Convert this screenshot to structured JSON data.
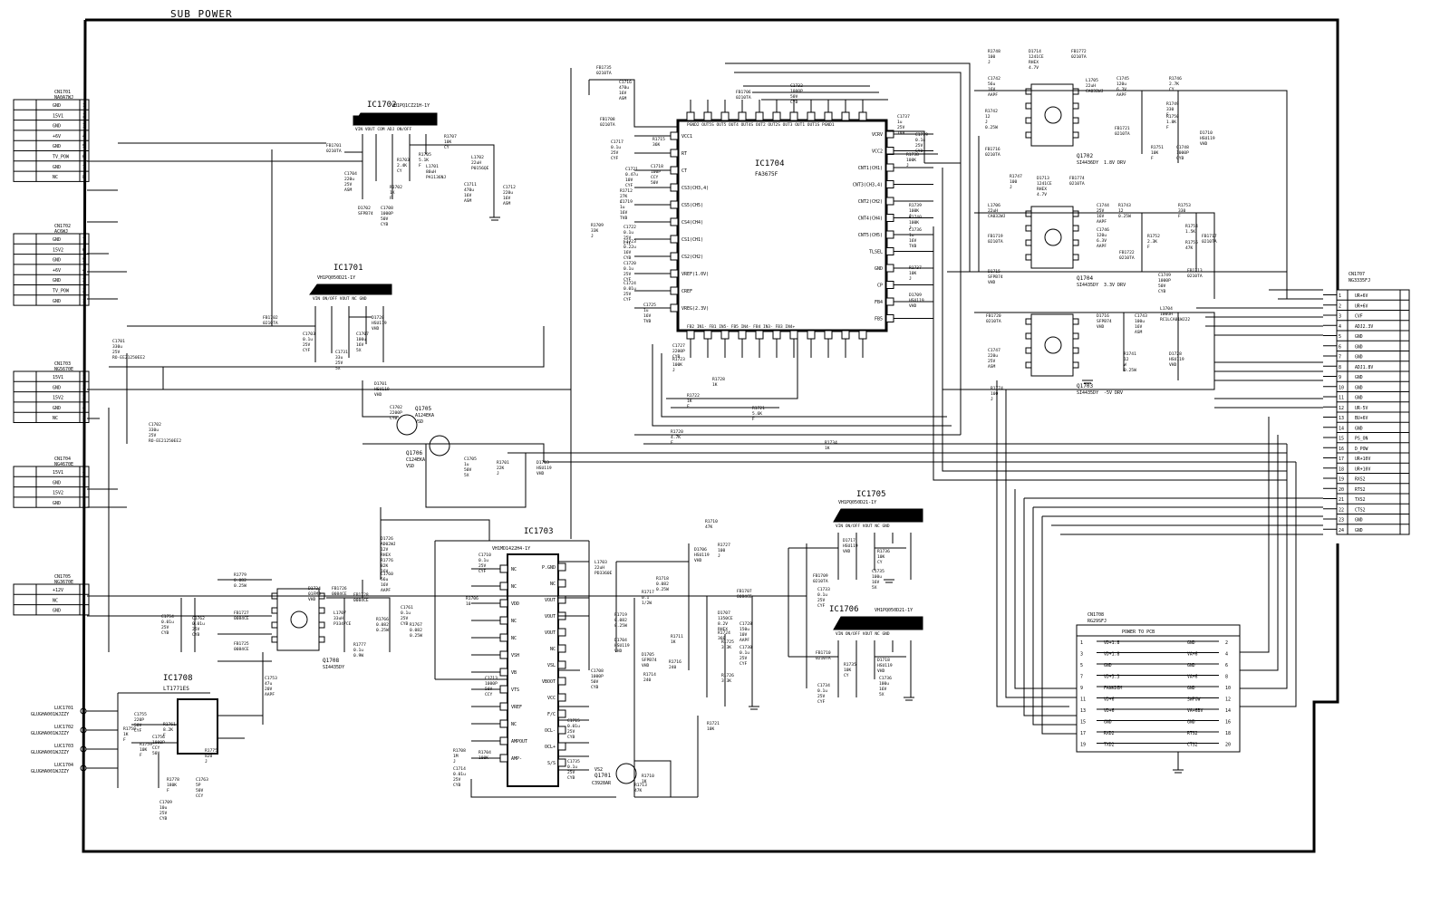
{
  "title": "SUB POWER",
  "connectors_left": [
    {
      "id": "CN1701",
      "part": "NA0A7WJ",
      "pins": [
        {
          "num": "1",
          "label": "GND"
        },
        {
          "num": "2",
          "label": "15V1"
        },
        {
          "num": "3",
          "label": "GND"
        },
        {
          "num": "4",
          "label": "+6V"
        },
        {
          "num": "5",
          "label": "GND"
        },
        {
          "num": "6",
          "label": "TV_POW"
        },
        {
          "num": "7",
          "label": "GND"
        },
        {
          "num": "8",
          "label": "NC"
        }
      ]
    },
    {
      "id": "CN1702",
      "part": "AC6WJ",
      "pins": [
        {
          "num": "7",
          "label": "GND"
        },
        {
          "num": "6",
          "label": "15V2"
        },
        {
          "num": "5",
          "label": "GND"
        },
        {
          "num": "4",
          "label": "+6V"
        },
        {
          "num": "3",
          "label": "GND"
        },
        {
          "num": "2",
          "label": "TV_POW"
        },
        {
          "num": "1",
          "label": "GND"
        }
      ]
    },
    {
      "id": "CN1703",
      "part": "NG5670E",
      "pins": [
        {
          "num": "1",
          "label": "15V1"
        },
        {
          "num": "2",
          "label": "GND"
        },
        {
          "num": "3",
          "label": "15V2"
        },
        {
          "num": "4",
          "label": "GND"
        },
        {
          "num": "5",
          "label": "NC"
        }
      ]
    },
    {
      "id": "CN1704",
      "part": "NG4670E",
      "pins": [
        {
          "num": "4",
          "label": "15V1"
        },
        {
          "num": "3",
          "label": "GND"
        },
        {
          "num": "2",
          "label": "15V2"
        },
        {
          "num": "1",
          "label": "GND"
        }
      ]
    },
    {
      "id": "CN1705",
      "part": "NG3670E",
      "pins": [
        {
          "num": "1",
          "label": "+12V"
        },
        {
          "num": "2",
          "label": "NC"
        },
        {
          "num": "3",
          "label": "GND"
        }
      ]
    }
  ],
  "connector_right": {
    "id": "CN1707",
    "part": "NG3335FJ",
    "pins": [
      {
        "num": "1",
        "label": "UR+6V"
      },
      {
        "num": "2",
        "label": "UR+6V"
      },
      {
        "num": "3",
        "label": "CVF"
      },
      {
        "num": "4",
        "label": "ADJ2.3V"
      },
      {
        "num": "5",
        "label": "GND"
      },
      {
        "num": "6",
        "label": "GND"
      },
      {
        "num": "7",
        "label": "GND"
      },
      {
        "num": "8",
        "label": "ADJ1.8V"
      },
      {
        "num": "9",
        "label": "GND"
      },
      {
        "num": "10",
        "label": "GND"
      },
      {
        "num": "11",
        "label": "GND"
      },
      {
        "num": "12",
        "label": "UR-5V"
      },
      {
        "num": "13",
        "label": "BU+6V"
      },
      {
        "num": "14",
        "label": "GND"
      },
      {
        "num": "15",
        "label": "PS_ON"
      },
      {
        "num": "16",
        "label": "D_POW"
      },
      {
        "num": "17",
        "label": "UR+10V"
      },
      {
        "num": "18",
        "label": "UR+10V"
      },
      {
        "num": "19",
        "label": "RXS2"
      },
      {
        "num": "20",
        "label": "RTS2"
      },
      {
        "num": "21",
        "label": "TXS2"
      },
      {
        "num": "22",
        "label": "CTS2"
      },
      {
        "num": "23",
        "label": "GND"
      },
      {
        "num": "24",
        "label": "GND"
      }
    ]
  },
  "connector_pcb": {
    "id": "CN1708",
    "part": "RG29SFJ",
    "title": "POWER TO PCB",
    "rows": [
      {
        "l": "1",
        "lab1": "VD+1.8",
        "lab2": "GND",
        "r": "2"
      },
      {
        "l": "3",
        "lab1": "VD+1.8",
        "lab2": "VA+6",
        "r": "4"
      },
      {
        "l": "5",
        "lab1": "GND",
        "lab2": "GND",
        "r": "6"
      },
      {
        "l": "7",
        "lab1": "VD+3.3",
        "lab2": "VA+6",
        "r": "8"
      },
      {
        "l": "9",
        "lab1": "FANKDEM",
        "lab2": "GND",
        "r": "10"
      },
      {
        "l": "11",
        "lab1": "VD+6",
        "lab2": "SWPOW",
        "r": "12"
      },
      {
        "l": "13",
        "lab1": "VD+6",
        "lab2": "VA+6BV",
        "r": "14"
      },
      {
        "l": "15",
        "lab1": "GND",
        "lab2": "GND",
        "r": "16"
      },
      {
        "l": "17",
        "lab1": "RXD2",
        "lab2": "RTS2",
        "r": "18"
      },
      {
        "l": "19",
        "lab1": "TXD2",
        "lab2": "CTS2",
        "r": "20"
      }
    ]
  },
  "ics": [
    {
      "id": "IC1702",
      "part": "VH1PQ1CZ21H-1Y",
      "pins": "VIN VOUT COM ADJ ON/OFF"
    },
    {
      "id": "IC1701",
      "part": "VH1PQ050D21-1Y",
      "pins": "VIN ON/OFF VOUT NC GND"
    },
    {
      "id": "IC1704",
      "part": "FA3675F"
    },
    {
      "id": "IC1703",
      "part": "VH1MD1422H4-1Y"
    },
    {
      "id": "IC1705",
      "part": "VH1PQ050D21-1Y",
      "pins": "VIN ON/OFF VOUT NC GND"
    },
    {
      "id": "IC1706",
      "part": "VH1PQ050D21-1Y",
      "pins": "VIN ON/OFF VOUT NC GND"
    },
    {
      "id": "IC1708",
      "part": "LT1771ES"
    }
  ],
  "ic1704_pins_left": [
    "VCC1",
    "RT",
    "CT",
    "CS3(CH3,4)",
    "CS5(CH5)",
    "CS4(CH4)",
    "CS1(CH1)",
    "CS2(CH2)",
    "VREF(1.0V)",
    "CREF",
    "VREG(2.3V)"
  ],
  "ic1704_pins_right": [
    "VCRV",
    "VCC2",
    "CNT1(CH1)",
    "CNT3(CH3,4)",
    "CNT2(CH2)",
    "CNT4(CH4)",
    "CNT5(CH5)",
    "TLSEL",
    "GND",
    "CP",
    "FB4",
    "FB5"
  ],
  "ic1704_pins_top": "PGND2 OUT5S OUT5 OUT4 OUT4S OUT2 OUT2S OUT3 OUT1 OUT1S PGND1",
  "ic1704_pins_bottom": "FB2 IN1- FB1 IN5- FB5 IN4- FB4 IN3- FB3 IN4+",
  "ic1703_pins_left": [
    "NC",
    "NC",
    "VDD",
    "NC",
    "NC",
    "VSH",
    "VB",
    "VTS",
    "VREF",
    "NC",
    "AMPOUT",
    "AMP-"
  ],
  "ic1703_pins_right": [
    "P.GND",
    "NC",
    "VOUT",
    "VOUT",
    "VOUT",
    "NC",
    "VSL",
    "VBOOT",
    "VCC",
    "F/C",
    "OCL-",
    "OCL+",
    "S/S"
  ],
  "transistors": [
    {
      "id": "Q1702",
      "part": "SI4436DY",
      "note": "1.8V DRV"
    },
    {
      "id": "Q1704",
      "part": "SI4435DY",
      "note": "3.3V DRV"
    },
    {
      "id": "Q1703",
      "part": "SI4435DY",
      "note": "-5V DRV"
    },
    {
      "id": "Q1708",
      "part": "SI4435DY",
      "note": ""
    },
    {
      "id": "Q1705",
      "part": "A124EKA",
      "note": "VSD"
    },
    {
      "id": "Q1706",
      "part": "C124EKA",
      "note": "VSD"
    },
    {
      "id": "Q1701",
      "part": "C3928AR",
      "note": "VS2"
    }
  ],
  "labels": [
    "C1704 220u 25V ASM",
    "D1702 SFPB74",
    "C1708 1000P 50V CYB",
    "FB1701 0210TA",
    "R1707 10K CY",
    "R1705 5.1K F",
    "L1702 22uH P0156QE",
    "C1711 470u 16V ASM",
    "C1712 220u 16V ASM",
    "R1702 1K F",
    "L1701 80uH PA1136NJ",
    "R1703 2.4K CY",
    "FB1702 0210TA",
    "C1703 0.1u 25V CYF",
    "C1707 100u 16V 5X",
    "D1720 HSU119 VHD",
    "C1731 33u 25V 5X",
    "C1701 330u 25V RO-EE21250EE2",
    "C1702 330u 25V RO-EE21250EE2",
    "D1701 HSU119 VHD",
    "C1702 2200P CYB",
    "R1701 22K J",
    "C1705 1u 50V 5X",
    "D1703 HSU119 VHD",
    "FB1735 0210TA",
    "C1716 470u 16V ASM",
    "FB1708 0210TA",
    "C1717 0.1u 25V CYF",
    "R1715 36K",
    "C1718 100P CCY 50V",
    "C1721 0.47u 10V CYF",
    "R1712 27K J",
    "C1719 1u 16V TVB",
    "R1709 33K J",
    "C1722 0.1u 25V CYF",
    "C1723 0.22u 16V CYB",
    "C1720 0.1u 25V CYF",
    "C1724 0.01u 25V CYF",
    "C1725 1u 16V TVB",
    "C1727 2200P CYB",
    "R1723 100K J",
    "R1728 1K",
    "R1722 1K F",
    "R1721 5.6K F",
    "R1720 4.7K F",
    "R1734 1K",
    "C1732 1000P 50V CYB",
    "FB1706 0210TA",
    "C1737 1u 25V TVB",
    "C1739 0.1u 25V CY8",
    "R1738 100K J",
    "R1739 100K J",
    "R1740 100K J",
    "C1736 1u 16V TVB",
    "R1737 10K J",
    "D1709 HSU119 VHD",
    "R1748 100 J",
    "D1714 1241CE RHEX 4.7V",
    "FB1772 0210TA",
    "C1742 56u 16V AAPF",
    "R1742 12 J 0.25W",
    "FB1716 0210TA",
    "L1705 22uH CA032WJ",
    "C1745 120u 6.3V AAPF",
    "FB1721 0210TA",
    "R1746 2.7K CY",
    "R1749 330 F",
    "R1750 1.8K F",
    "R1751 10K F",
    "C1748 1000P CYB",
    "D1710 HSU119 VHD",
    "R1747 100 J",
    "D1713 1241CE RHEX 4.7V",
    "FB1774 0210TA",
    "L1706 22uH CA032WJ",
    "C1744 25V 16V AAPF",
    "R1743 12 0.25W",
    "FB1719 0210TA",
    "D1715 SFPB74 VHD",
    "C1746 120u 6.3V AAPF",
    "FB1722 0210TA",
    "R1752 2.3K F",
    "R1753 330 F",
    "R1754 1.5K",
    "R1755 47K",
    "C1749 1000P 50V CYB",
    "FB1713 0210TA",
    "FB1717 0210TA",
    "FB1720 0210TA",
    "D1716 SFPB74 VHD",
    "C1743 100u 16V ASM",
    "L1704 100uH RC1LCA01WJ22",
    "C1747 220u 25V ASM",
    "R1741 12 W 0.25W",
    "D1728 HSU119 VHD",
    "R1774 100 J",
    "D1726 AD02WJ 12V RHEX",
    "R1776 82K 16V",
    "C1760 56u 16V AAPF",
    "C1761 0.1u 25V CYB",
    "R1766 0.082 0.25W",
    "R1767 0.082 0.25W",
    "R1779 0.082 0.25W",
    "FB1727 0084CE",
    "FB1725 0084CE",
    "FB1726 0084CE",
    "L1707 33uH P3347CE",
    "FB1728 0084CE",
    "D1724 01FM3 VHD",
    "R1777 0.1u 0.9W",
    "C1753 47u 20V AAPF",
    "C1754 0.01u 25V CYB",
    "C1762 0.01u 25V CYB",
    "C1755 220P 50V CYF",
    "R1758 1K F",
    "R1761 8.2K F",
    "R1759 10K F",
    "C1756 1000P CCY 50V",
    "R1775 820 J",
    "R1778 180K F",
    "C1763 5P 50V CCY",
    "C1709 10u 25V CYB",
    "C1710 0.1u 25V CYF",
    "R1706 10",
    "C1713 1000P 50V CCY",
    "C1708 1000P 50V CYB",
    "R1708 1M J",
    "R1704 100K",
    "C1714 0.01u 25V CYB",
    "C1715 0.01u 25V CYB",
    "C1735 0.1u 25V CYB",
    "L1703 22uH PD3360E",
    "R1717 0.1 1/2W",
    "R1718 0.082 0.25W",
    "R1719 0.082 0.25W",
    "D1704 HSU119 VHD",
    "D1705 SFPB74 VHD",
    "R1714 240",
    "R1711 1K",
    "R1716 240",
    "R1710 1K",
    "R1713 47K",
    "R1710 47K",
    "D1706 HSU119 VHD",
    "R1727 100 J",
    "D1707 1350CE 8.2V RHEX",
    "R1724 360",
    "R1725 3.3K",
    "R1726 3.3K",
    "C1728 150u 10V AAPF",
    "C1730 0.1u 25V CYF",
    "R1721 10K",
    "FB1707 0084CE",
    "D1717 HSU119 VHD",
    "R1736 10K CY",
    "FB1709 0210TA",
    "C1733 0.1u 25V CYF",
    "C1735 100u 16V 5X",
    "FB1710 0210TA",
    "D1718 HSU119 VHD",
    "R1735 10K CY",
    "C1734 0.1u 25V CYF",
    "C1736 100u 16V 5X",
    "LUC1701 GLUGHA001WJZZY",
    "LUC1702 GLUGHA001WJZZY",
    "LUC1703 GLUGHA001WJZZY",
    "LUC1704 GLUGHA001WJZZY"
  ]
}
